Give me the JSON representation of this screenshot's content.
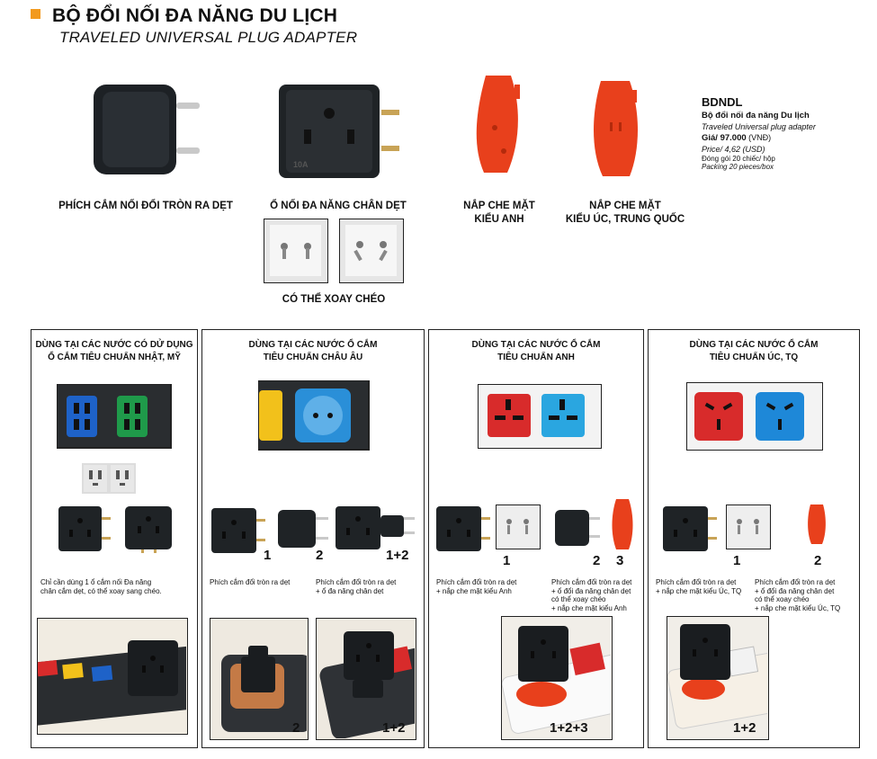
{
  "header": {
    "title": "BỘ ĐỔI NỐI ĐA NĂNG DU LỊCH",
    "subtitle": "TRAVELED UNIVERSAL PLUG ADAPTER"
  },
  "products": {
    "round_to_flat": "PHÍCH CẮM NỐI ĐỔI TRÒN RA DẸT",
    "universal_flat": "Ổ NỐI ĐA NĂNG CHÂN DẸT",
    "rotate_note": "CÓ THỂ XOAY CHÉO",
    "uk_cap_line1": "NẮP CHE MẶT",
    "uk_cap_line2": "KIỂU ANH",
    "au_cap_line1": "NẮP CHE MẶT",
    "au_cap_line2": "KIỂU ÚC, TRUNG QUỐC",
    "adapter_mark": "10A"
  },
  "info": {
    "code": "BDNDL",
    "name_vi": "Bộ đổi nối đa năng Du lịch",
    "name_en": "Traveled Universal plug adapter",
    "price_vnd_label": "Giá/ 97.000",
    "price_vnd_unit": "(VNĐ)",
    "price_usd": "Price/ 4,62 (USD)",
    "packing_vi": "Đóng gói 20 chiếc/ hộp",
    "packing_en": "Packing 20 pieces/box"
  },
  "panels": [
    {
      "title_line1": "DÙNG TẠI CÁC NƯỚC CÓ DỬ DỤNG",
      "title_line2": "Ổ CẮM TIÊU CHUẨN NHẬT, MỸ",
      "caption1_line1": "Chỉ cần dùng 1 ổ cắm nối Đa năng",
      "caption1_line2": "chân cắm dẹt, có thể xoay sang chéo."
    },
    {
      "title_line1": "DÙNG TẠI CÁC NƯỚC Ổ CẮM",
      "title_line2": "TIÊU CHUẨN CHÂU ÂU",
      "num1": "1",
      "num2": "2",
      "num3": "1+2",
      "caption1_line1": "Phích cắm đổi tròn ra dẹt",
      "caption2_line1": "Phích cắm đổi tròn ra dẹt",
      "caption2_line2": "+ ổ đa năng chân dẹt",
      "photo_num1": "2",
      "photo_num2": "1+2"
    },
    {
      "title_line1": "DÙNG TẠI CÁC NƯỚC Ổ CẮM",
      "title_line2": "TIÊU CHUẨN ANH",
      "num1": "1",
      "num2": "2",
      "num3": "3",
      "caption1_line1": "Phích cắm đổi tròn ra dẹt",
      "caption1_line2": "+ nắp che mặt kiểu Anh",
      "caption2_line1": "Phích cắm đổi tròn ra dẹt",
      "caption2_line2": "+ ổ đổi đa năng chân dẹt",
      "caption2_line3": "có thể xoay chéo",
      "caption2_line4": "+ nắp che mặt kiểu Anh",
      "photo_num1": "1+2+3"
    },
    {
      "title_line1": "DÙNG TẠI CÁC NƯỚC Ổ CẮM",
      "title_line2": "TIÊU CHUẨN ÚC, TQ",
      "num1": "1",
      "num2": "2",
      "caption1_line1": "Phích cắm đổi tròn ra dẹt",
      "caption1_line2": "+ nắp che mặt kiểu Úc, TQ",
      "caption2_line1": "Phích cắm đổi tròn ra dẹt",
      "caption2_line2": "+ ổ đổi đa năng chân dẹt",
      "caption2_line3": "có thể xoay chéo",
      "caption2_line4": "+ nắp che mặt kiểu Úc, TQ",
      "photo_num1": "1+2"
    }
  ],
  "colors": {
    "accent": "#f29a1f",
    "cap_red": "#e8401c",
    "socket_blue": "#1e88d8",
    "socket_green": "#1f9a4a",
    "socket_yellow": "#f2c11b",
    "socket_red": "#d82b2b"
  }
}
